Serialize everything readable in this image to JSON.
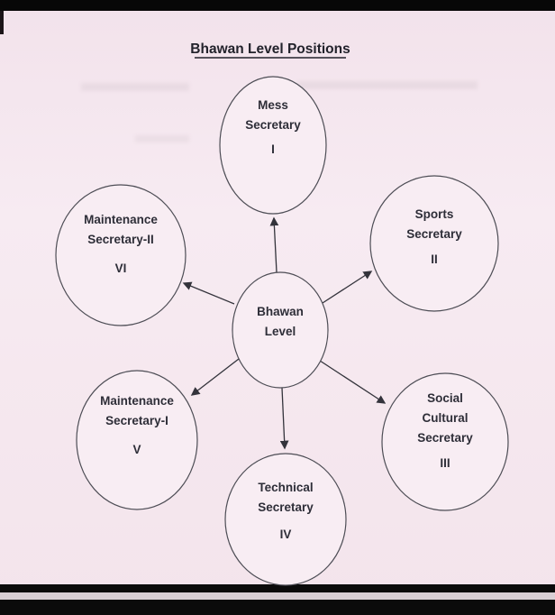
{
  "diagram": {
    "title": "Bhawan Level Positions",
    "center": {
      "lines": [
        "Bhawan",
        "Level"
      ]
    },
    "nodes": [
      {
        "lines": [
          "Mess",
          "Secretary"
        ],
        "numeral": "I"
      },
      {
        "lines": [
          "Sports",
          "Secretary"
        ],
        "numeral": "II"
      },
      {
        "lines": [
          "Social",
          "Cultural",
          "Secretary"
        ],
        "numeral": "III"
      },
      {
        "lines": [
          "Technical",
          "Secretary"
        ],
        "numeral": "IV"
      },
      {
        "lines": [
          "Maintenance",
          "Secretary-I"
        ],
        "numeral": "V"
      },
      {
        "lines": [
          "Maintenance",
          "Secretary-II"
        ],
        "numeral": "VI"
      }
    ],
    "colors": {
      "paper": "#f5e7ee",
      "ink": "#2e2e38"
    }
  }
}
